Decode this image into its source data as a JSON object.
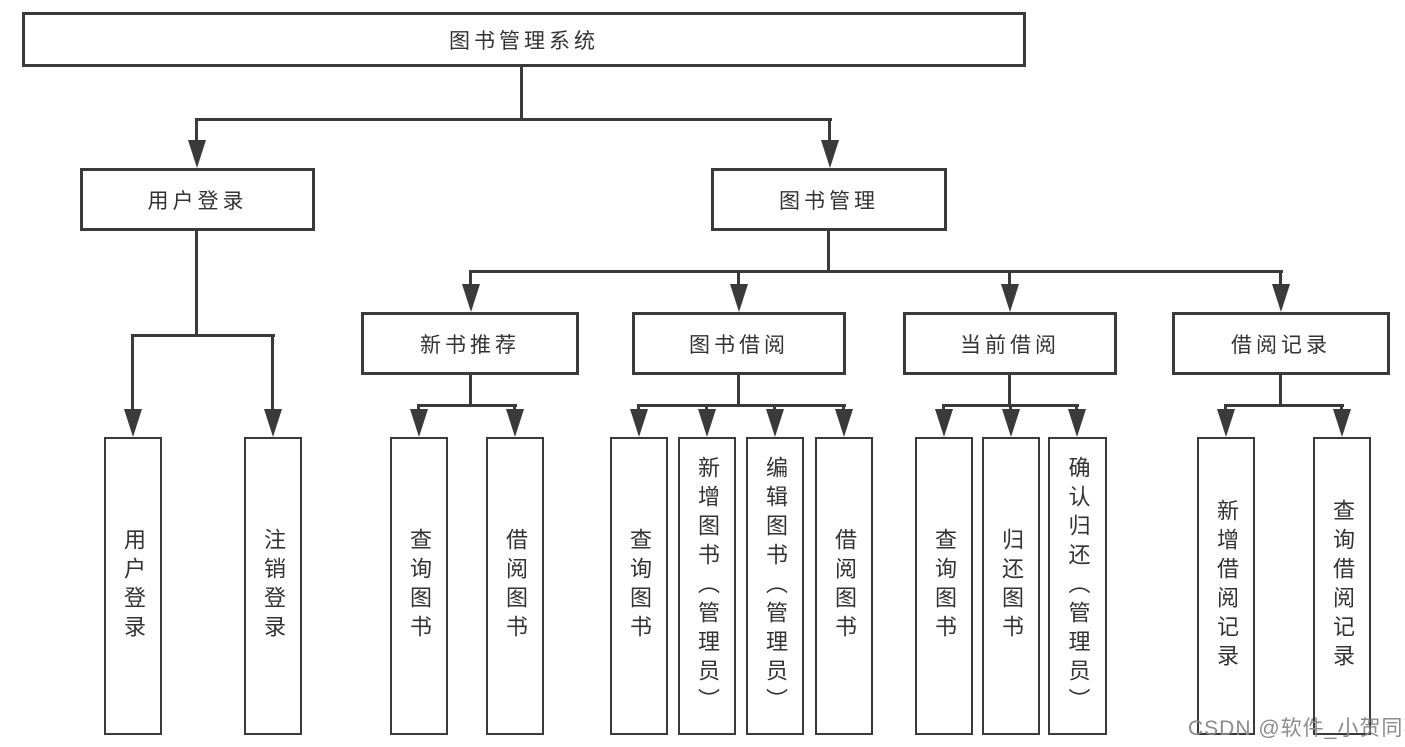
{
  "diagram": {
    "type": "hierarchy-flowchart",
    "root": {
      "label": "图书管理系统"
    },
    "level2": [
      {
        "label": "用户登录"
      },
      {
        "label": "图书管理"
      }
    ],
    "level3": [
      {
        "label": "新书推荐",
        "parent": "图书管理"
      },
      {
        "label": "图书借阅",
        "parent": "图书管理"
      },
      {
        "label": "当前借阅",
        "parent": "图书管理"
      },
      {
        "label": "借阅记录",
        "parent": "图书管理"
      }
    ],
    "leaves": [
      {
        "label": "用户登录",
        "parent": "用户登录"
      },
      {
        "label": "注销登录",
        "parent": "用户登录"
      },
      {
        "label": "查询图书",
        "parent": "新书推荐"
      },
      {
        "label": "借阅图书",
        "parent": "新书推荐"
      },
      {
        "label": "查询图书",
        "parent": "图书借阅"
      },
      {
        "label": "新增图书（管理员）",
        "parent": "图书借阅"
      },
      {
        "label": "编辑图书（管理员）",
        "parent": "图书借阅"
      },
      {
        "label": "借阅图书",
        "parent": "图书借阅"
      },
      {
        "label": "查询图书",
        "parent": "当前借阅"
      },
      {
        "label": "归还图书",
        "parent": "当前借阅"
      },
      {
        "label": "确认归还（管理员）",
        "parent": "当前借阅"
      },
      {
        "label": "新增借阅记录",
        "parent": "借阅记录"
      },
      {
        "label": "查询借阅记录",
        "parent": "借阅记录"
      }
    ],
    "watermark": "CSDN @软件_小贺同学",
    "colors": {
      "line": "#3a3a3a",
      "text": "#333333",
      "watermark": "#8c8c8c",
      "box_background": "#ffffff",
      "page_background": "#ffffff"
    }
  }
}
